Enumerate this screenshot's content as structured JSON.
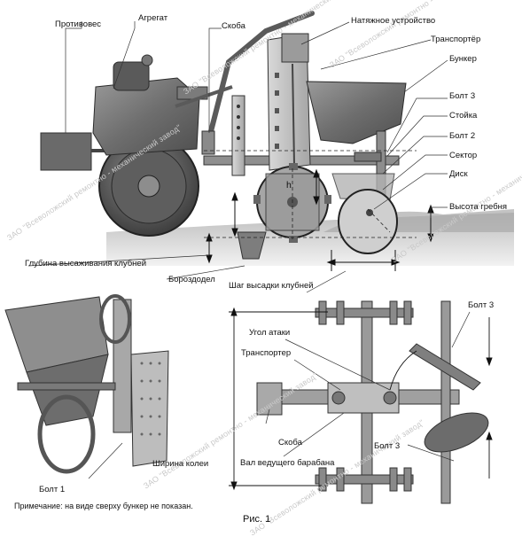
{
  "watermark": "ЗАО \"Всеволожский ремонтно - механический завод\"",
  "labels": {
    "protivoves": "Противовес",
    "agregat": "Агрегат",
    "skoba_top": "Скоба",
    "natyazhnoe": "Натяжное устройство",
    "transporter_top": "Транспортёр",
    "bunker": "Бункер",
    "bolt3_top": "Болт 3",
    "stoyka": "Стойка",
    "bolt2": "Болт 2",
    "sektor": "Сектор",
    "disk": "Диск",
    "vysota_grebnya": "Высота гребня",
    "h": "h",
    "glubina": "Глубина высаживания клубней",
    "borozdodel": "Бороздодел",
    "shag": "Шаг высадки клубней",
    "bolt1": "Болт 1",
    "shirina_kolei": "Ширина колеи",
    "ugol_ataki": "Угол атаки",
    "transporter_bottom": "Транспортер",
    "skoba_bottom": "Скоба",
    "val": "Вал ведущего барабана",
    "bolt3_right": "Болт 3",
    "bolt3_bottom": "Болт 3"
  },
  "note": "Примечание: на виде сверху бункер не показан.",
  "figure_caption": "Рис. 1"
}
